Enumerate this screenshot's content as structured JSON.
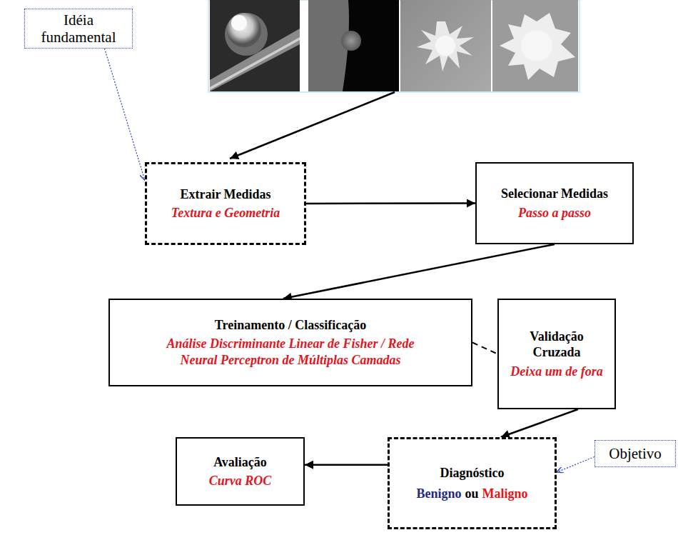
{
  "diagram": {
    "nodes": [
      {
        "text": [
          "Idéia fundamental"
        ]
      },
      {
        "text": [
          "Extrair Medidas",
          "Textura e Geometria"
        ]
      },
      {
        "text": [
          "Selecionar Medidas",
          "Passo a passo"
        ]
      },
      {
        "text": [
          "Treinamento / Classificação",
          "Análise Discriminante Linear de Fisher / Rede Neural Perceptron de Múltiplas Camadas"
        ]
      },
      {
        "text": [
          "Validação Cruzada",
          "Deixa um de fora"
        ]
      },
      {
        "text": [
          "Avaliação",
          "Curva ROC"
        ]
      },
      {
        "text": [
          "Diagnóstico",
          "Benigno",
          "ou",
          "Maligno"
        ]
      },
      {
        "text": [
          "Objetivo"
        ]
      }
    ],
    "edges": [
      {
        "from": 0,
        "to": 1,
        "arrow": "to"
      },
      {
        "from": 1,
        "to": 2,
        "arrow": "to"
      },
      {
        "from": 2,
        "to": 3,
        "arrow": "to"
      },
      {
        "from": 3,
        "to": 4,
        "arrow": "none"
      },
      {
        "from": 4,
        "to": 6,
        "arrow": "to"
      },
      {
        "from": 6,
        "to": 5,
        "arrow": "to"
      },
      {
        "from": 7,
        "to": 6,
        "arrow": "to"
      }
    ]
  }
}
